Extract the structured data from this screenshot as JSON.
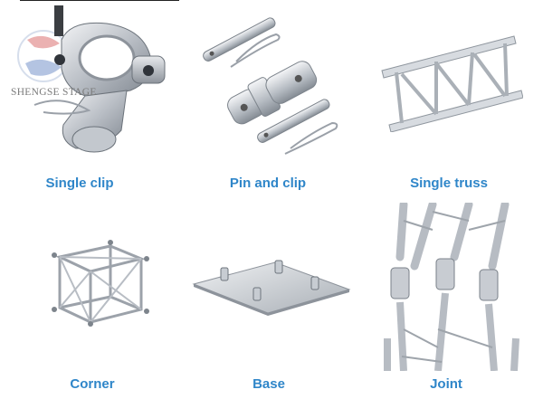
{
  "watermark": "SHENGSE STAGE",
  "caption_color": "#2f86c9",
  "items": [
    {
      "label": "Single clip"
    },
    {
      "label": "Pin and clip"
    },
    {
      "label": "Single truss"
    },
    {
      "label": "Corner"
    },
    {
      "label": "Base"
    },
    {
      "label": "Joint"
    }
  ]
}
